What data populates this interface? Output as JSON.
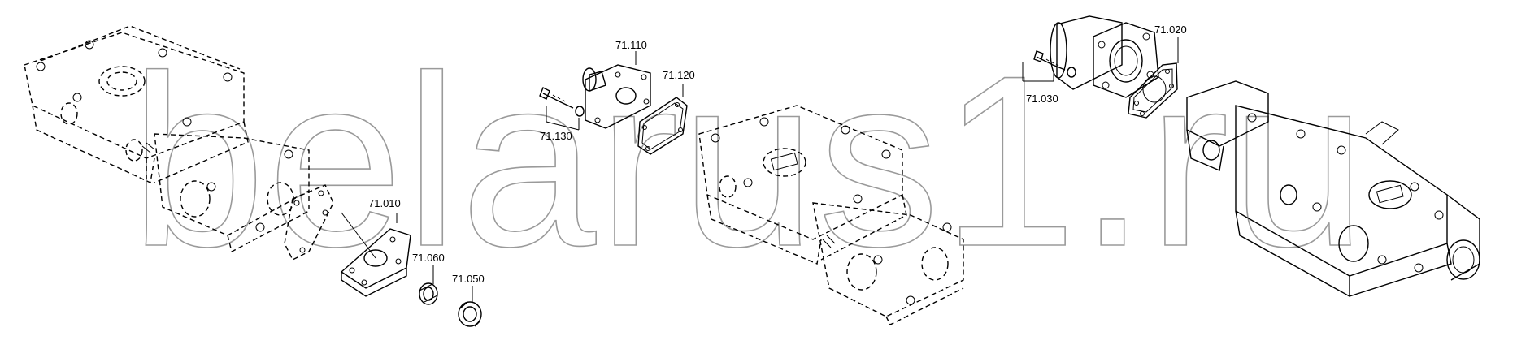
{
  "watermark": "belarus1.ru",
  "corner_mark": "",
  "callouts": [
    {
      "id": "71.010",
      "text": "71.010"
    },
    {
      "id": "71.060",
      "text": "71.060"
    },
    {
      "id": "71.050",
      "text": "71.050"
    },
    {
      "id": "71.110",
      "text": "71.110"
    },
    {
      "id": "71.120",
      "text": "71.120"
    },
    {
      "id": "71.130",
      "text": "71.130"
    },
    {
      "id": "71.020",
      "text": "71.020"
    },
    {
      "id": "71.030",
      "text": "71.030"
    }
  ]
}
